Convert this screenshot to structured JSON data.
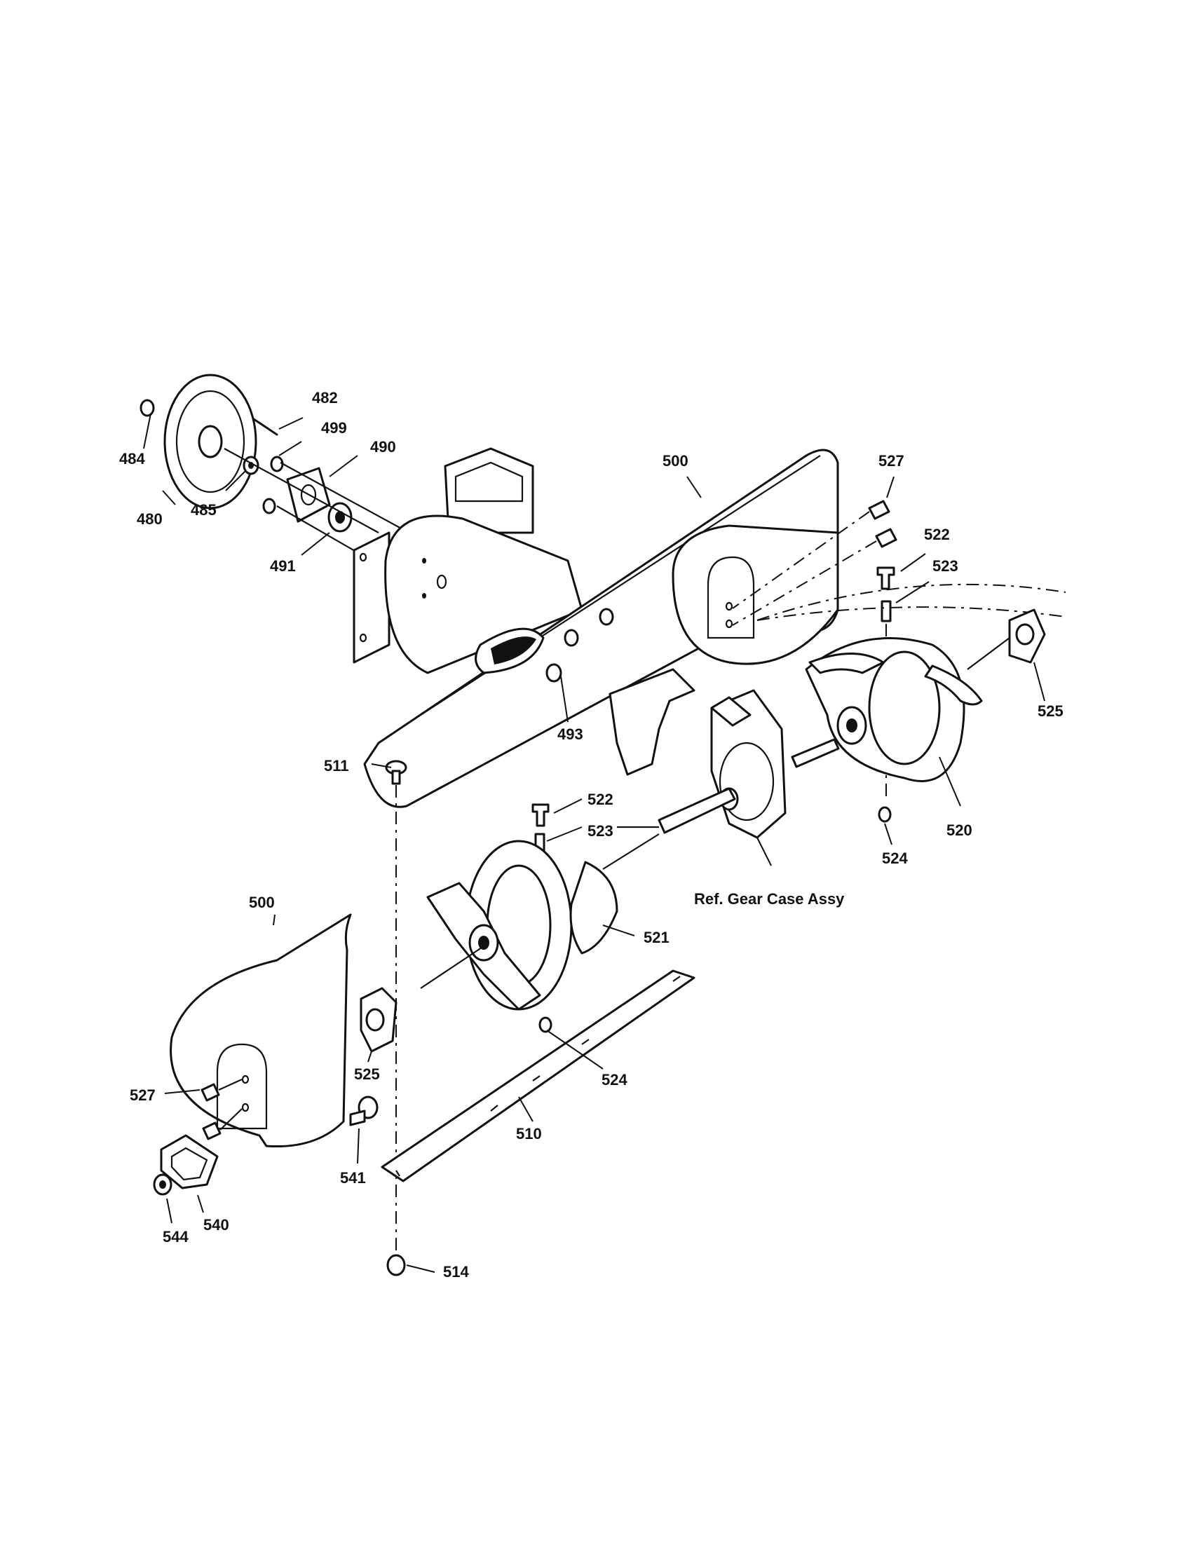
{
  "callouts": {
    "c480": "480",
    "c482": "482",
    "c484": "484",
    "c485": "485",
    "c490": "490",
    "c491": "491",
    "c493": "493",
    "c499": "499",
    "c500_top": "500",
    "c500_bottom": "500",
    "c510": "510",
    "c511": "511",
    "c514": "514",
    "c520": "520",
    "c521": "521",
    "c522_right": "522",
    "c522_center": "522",
    "c523_right": "523",
    "c523_center": "523",
    "c524_right": "524",
    "c524_center": "524",
    "c525_right": "525",
    "c525_bottom": "525",
    "c527_right": "527",
    "c527_bottom": "527",
    "c540": "540",
    "c541": "541",
    "c544": "544"
  },
  "notes": {
    "gear_case": "Ref. Gear Case Assy"
  }
}
